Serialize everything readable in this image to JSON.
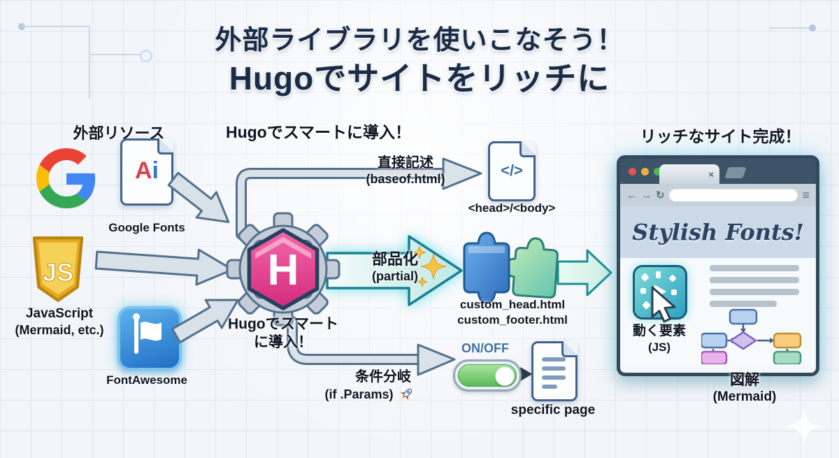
{
  "title": {
    "line1": "外部ライブラリを使いこなそう！",
    "line2": "Hugoでサイトをリッチに"
  },
  "sources": {
    "heading": "外部リソース",
    "items": [
      {
        "id": "google",
        "icon": "google-g-icon"
      },
      {
        "id": "google-fonts",
        "icon": "font-file-icon",
        "icon_text_a": "A",
        "icon_text_i": "i",
        "label": "Google Fonts"
      },
      {
        "id": "javascript",
        "icon": "js-shield-icon",
        "icon_text": "JS",
        "label_line1": "JavaScript",
        "label_line2": "(Mermaid, etc.)"
      },
      {
        "id": "fontawesome",
        "icon": "flag-icon",
        "label": "FontAwesome"
      }
    ]
  },
  "hugo": {
    "heading": "Hugoでスマートに導入！",
    "logo_letter": "H",
    "caption_line1": "Hugoでスマート",
    "caption_line2": "に導入！"
  },
  "paths": {
    "direct": {
      "label": "直接記述",
      "sub": "(baseof.html)",
      "file_icon_text": "</>",
      "result_label": "<head>/<body>"
    },
    "partial": {
      "label": "部品化",
      "sub": "(partial)",
      "files_line1": "custom_head.html",
      "files_line2": "custom_footer.html"
    },
    "conditional": {
      "label": "条件分岐",
      "sub": "(if .Params)",
      "toggle_label": "ON/OFF",
      "result_label": "specific page"
    }
  },
  "result": {
    "heading": "リッチなサイト完成！",
    "browser_hero_text": "Stylish Fonts!",
    "feature_js_line1": "動く要素",
    "feature_js_line2": "(JS)",
    "feature_diagram_line1": "図解",
    "feature_diagram_line2": "(Mermaid)"
  },
  "browser_chrome": {
    "close_icon": "×",
    "back_icon": "←",
    "forward_icon": "→",
    "reload_icon": "↻",
    "menu_icon": "≡"
  },
  "icons": {
    "rocket": "🚀",
    "sparkles": "✨"
  },
  "colors": {
    "title_navy": "#1a2b45",
    "hugo_pink": "#e43a8c",
    "arrow_gray_fill": "#d9e1e9",
    "arrow_gray_stroke": "#54708c",
    "teal_arrow_stroke": "#1a7f95",
    "toggle_green": "#58ba58",
    "on_off_blue": "#3e6fa5",
    "traffic_red": "#e2514f",
    "traffic_yellow": "#efaf3e",
    "traffic_green": "#47b94f"
  }
}
